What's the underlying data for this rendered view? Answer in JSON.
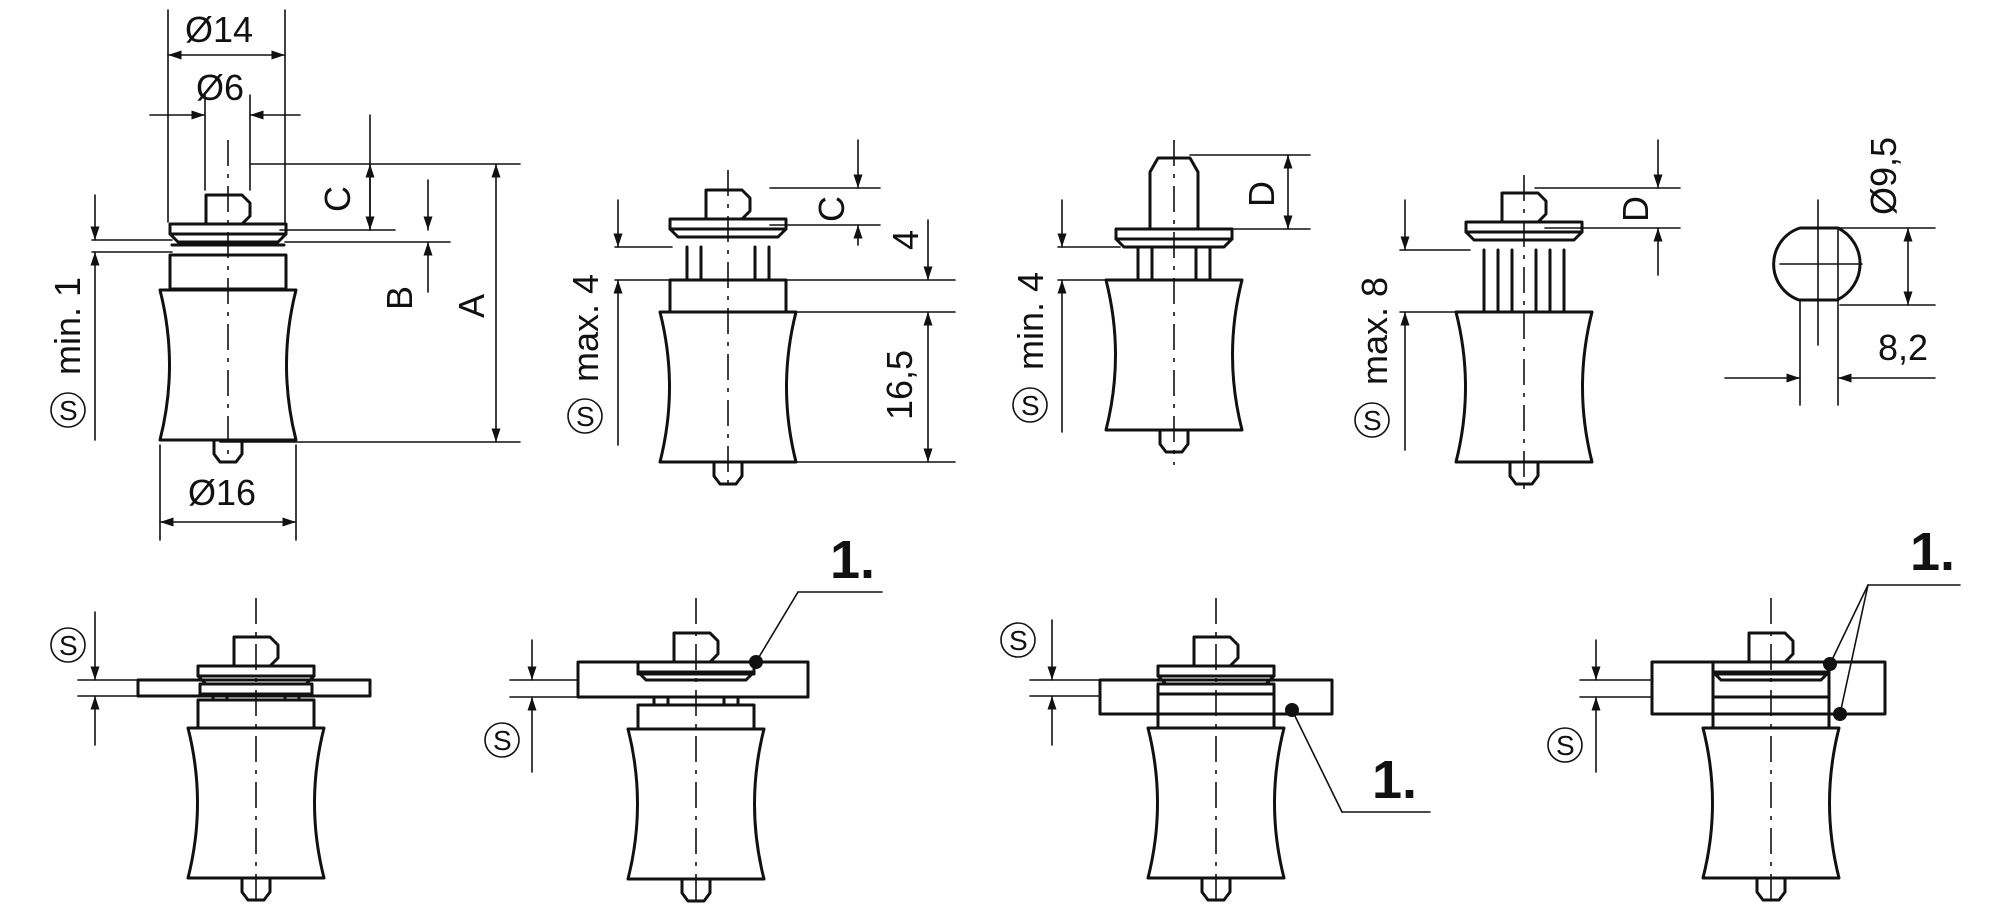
{
  "labels": {
    "d14": "Ø14",
    "d6": "Ø6",
    "d16": "Ø16",
    "d95": "Ø9,5",
    "v82": "8,2",
    "v165": "16,5",
    "v4": "4",
    "A": "A",
    "B": "B",
    "C": "C",
    "D": "D",
    "min1": "min. 1",
    "max4": "max. 4",
    "min4": "min. 4",
    "max8": "max. 8",
    "S": "S",
    "callout": "1."
  }
}
